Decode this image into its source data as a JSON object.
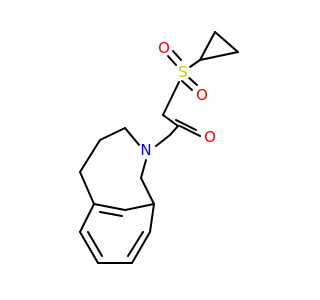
{
  "structure": {
    "atoms": [
      {
        "id": "S1",
        "symbol": "S",
        "color": "#cccc00"
      },
      {
        "id": "O1",
        "symbol": "O",
        "color": "#ff0000"
      },
      {
        "id": "O2",
        "symbol": "O",
        "color": "#ff0000"
      },
      {
        "id": "O3",
        "symbol": "O",
        "color": "#ff0000"
      },
      {
        "id": "N1",
        "symbol": "N",
        "color": "#0000ff"
      }
    ],
    "bond_color": "#000000",
    "rings": [
      "cyclopropyl",
      "benzene",
      "azocine"
    ]
  }
}
